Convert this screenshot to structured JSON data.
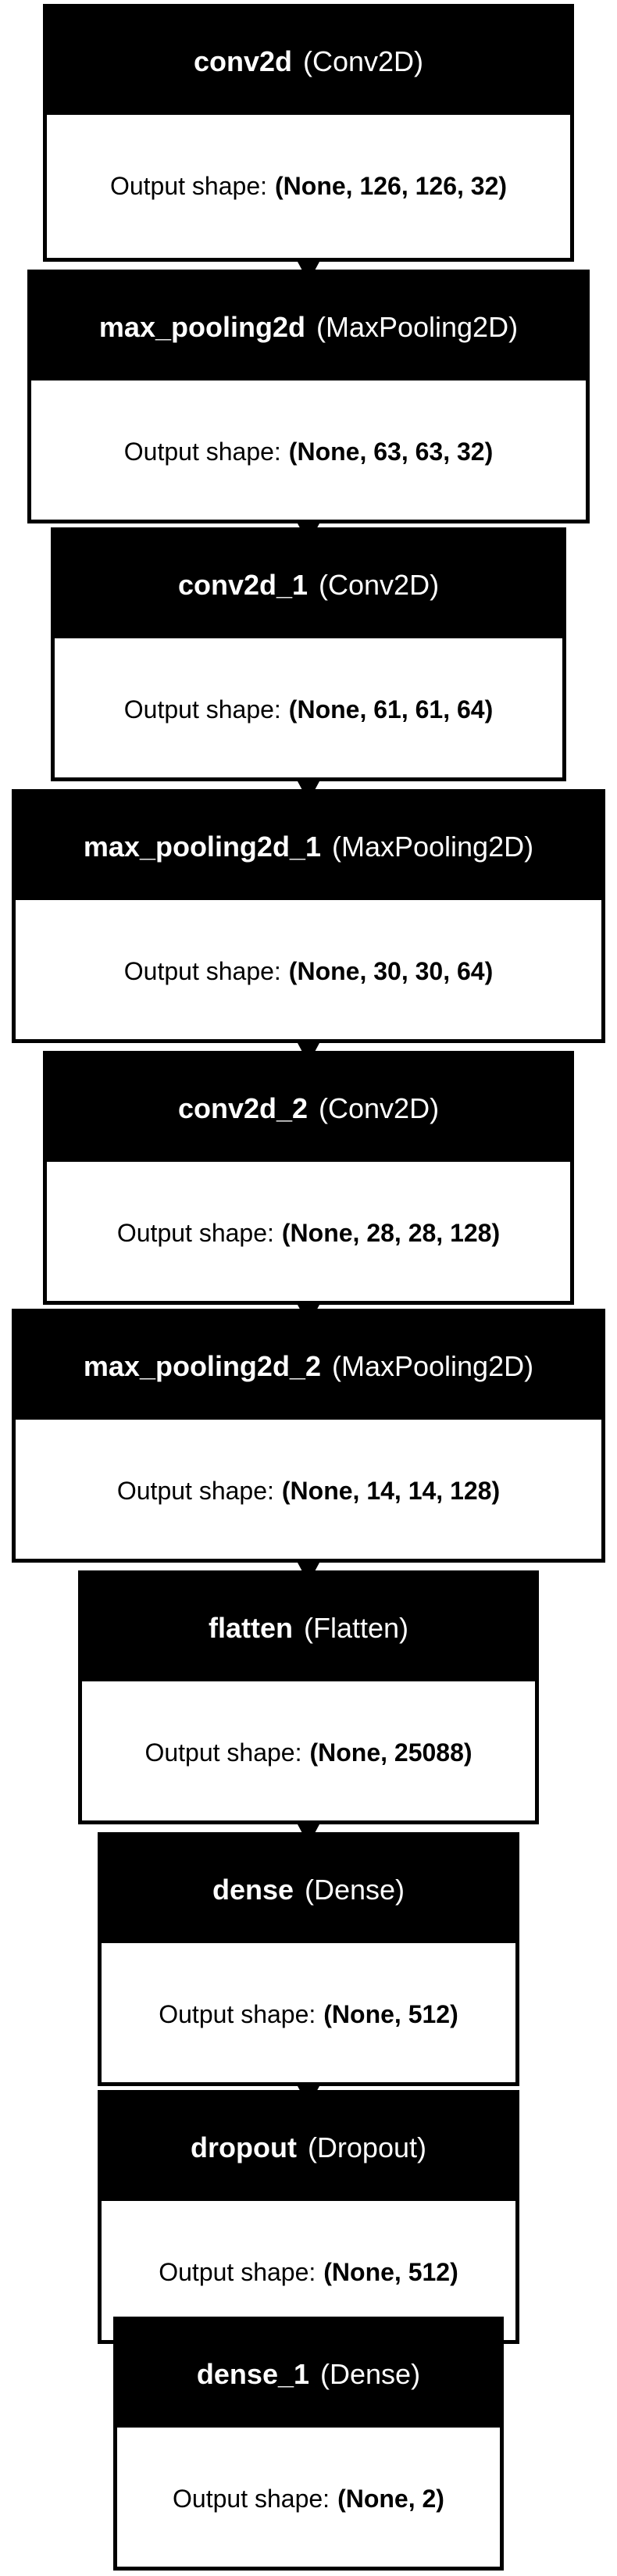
{
  "output_shape_label": "Output shape:",
  "layers": [
    {
      "name": "conv2d",
      "type": "(Conv2D)",
      "shape": "(None, 126, 126, 32)"
    },
    {
      "name": "max_pooling2d",
      "type": "(MaxPooling2D)",
      "shape": "(None, 63, 63, 32)"
    },
    {
      "name": "conv2d_1",
      "type": "(Conv2D)",
      "shape": "(None, 61, 61, 64)"
    },
    {
      "name": "max_pooling2d_1",
      "type": "(MaxPooling2D)",
      "shape": "(None, 30, 30, 64)"
    },
    {
      "name": "conv2d_2",
      "type": "(Conv2D)",
      "shape": "(None, 28, 28, 128)"
    },
    {
      "name": "max_pooling2d_2",
      "type": "(MaxPooling2D)",
      "shape": "(None, 14, 14, 128)"
    },
    {
      "name": "flatten",
      "type": "(Flatten)",
      "shape": "(None, 25088)"
    },
    {
      "name": "dense",
      "type": "(Dense)",
      "shape": "(None, 512)"
    },
    {
      "name": "dropout",
      "type": "(Dropout)",
      "shape": "(None, 512)"
    },
    {
      "name": "dense_1",
      "type": "(Dense)",
      "shape": "(None, 2)"
    }
  ]
}
